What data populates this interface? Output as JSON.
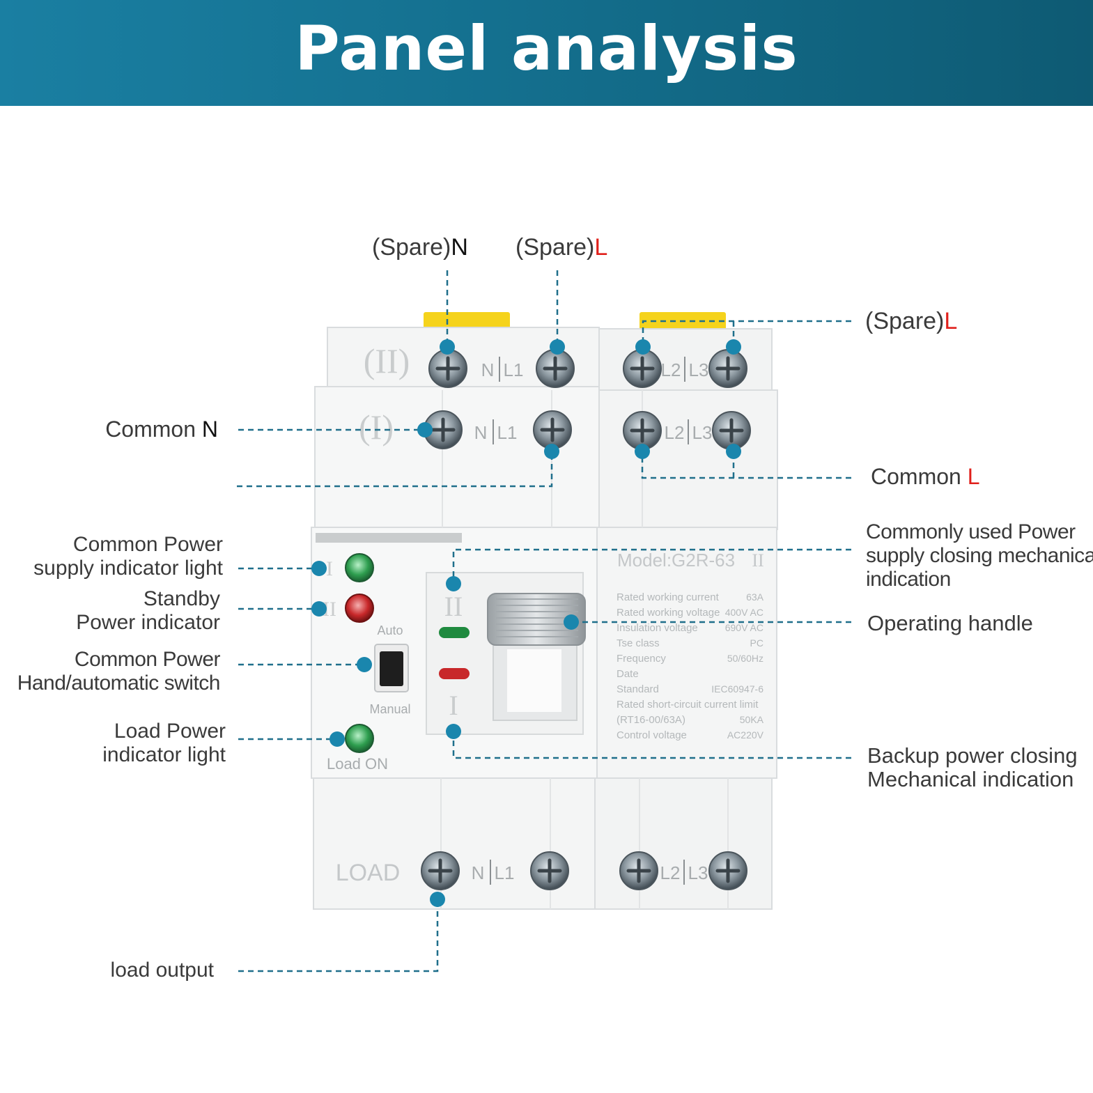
{
  "header": {
    "title": "Panel analysis"
  },
  "labels": {
    "spare_n_prefix": "(Spare)",
    "spare_n_suffix": "N",
    "spare_l_top_prefix": "(Spare)",
    "spare_l_top_suffix": "L",
    "spare_l_right_prefix": "(Spare)",
    "spare_l_right_suffix": "L",
    "common_n_prefix": "Common ",
    "common_n_suffix": "N",
    "common_l_prefix": "Common ",
    "common_l_suffix": "L",
    "common_supply_light_1": "Common Power",
    "common_supply_light_2": "supply indicator light",
    "standby_1": "Standby",
    "standby_2": "Power indicator",
    "hand_auto_1": "Common Power",
    "hand_auto_2": "Hand/automatic switch",
    "load_light_1": "Load Power",
    "load_light_2": "indicator light",
    "load_output": "load output",
    "closing_1": "Commonly used Power",
    "closing_2": "supply closing mechanica",
    "closing_3": "indication",
    "operating_handle": "Operating handle",
    "backup_1": "Backup power closing",
    "backup_2": "Mechanical indication"
  },
  "device": {
    "row_ii_mark": "(II)",
    "row_i_mark": "(I)",
    "terminal_n_l1": [
      "N",
      "L1"
    ],
    "terminal_l2_l3": [
      "L2",
      "L3"
    ],
    "load_mark": "LOAD",
    "led_i_mark": "I",
    "led_ii_mark": "II",
    "auto_label": "Auto",
    "manual_label": "Manual",
    "load_on_label": "Load ON",
    "indicator_ii": "II",
    "indicator_i": "I",
    "model": "Model:G2R-63",
    "model_suffix": "II",
    "spec_rows": [
      {
        "name": "Rated working current",
        "value": "63A"
      },
      {
        "name": "Rated working voltage",
        "value": "400V AC"
      },
      {
        "name": "Insulation voltage",
        "value": "690V AC"
      },
      {
        "name": "Tse class",
        "value": "PC"
      },
      {
        "name": "Frequency",
        "value": "50/60Hz"
      },
      {
        "name": "Date",
        "value": ""
      },
      {
        "name": "Standard",
        "value": "IEC60947-6"
      },
      {
        "name": "Rated short-circuit current limit",
        "value": ""
      },
      {
        "name": "(RT16-00/63A)",
        "value": "50KA"
      },
      {
        "name": "Control voltage",
        "value": "AC220V"
      }
    ]
  },
  "colors": {
    "header_start": "#1a7fa2",
    "header_end": "#0e5a73",
    "leader": "#1f6f8b",
    "dot": "#1a86ad",
    "accent_red": "#e0201b",
    "led_green": "#2e9e4f",
    "led_red": "#c8282a",
    "tab_yellow": "#f5d31c"
  }
}
